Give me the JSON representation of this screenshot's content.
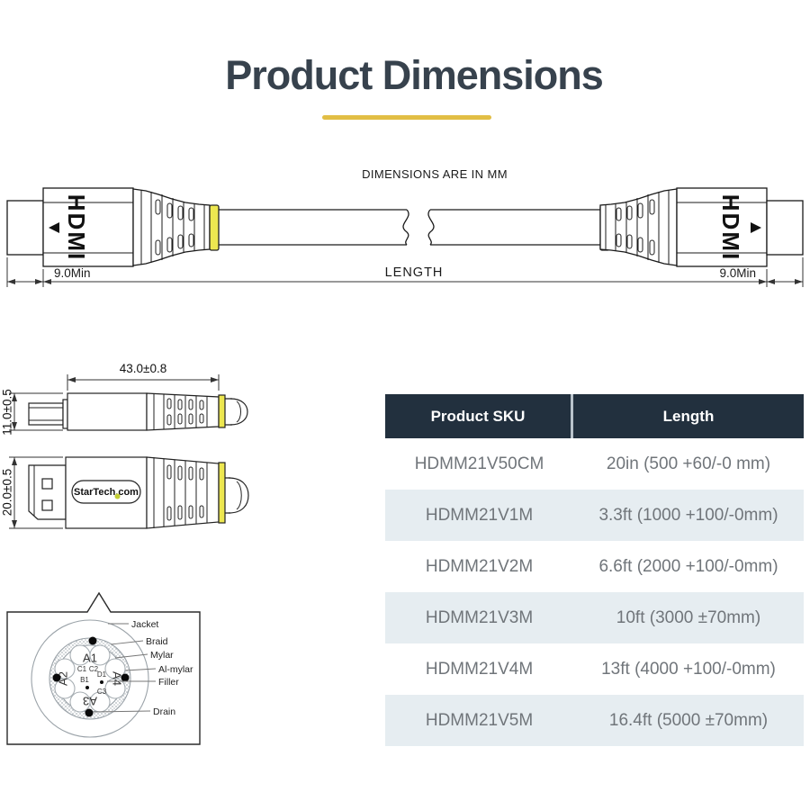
{
  "header": {
    "title": "Product Dimensions",
    "units_note": "DIMENSIONS ARE IN MM"
  },
  "cable_diagram": {
    "left_connector_label": "HDMI",
    "right_connector_label": "HDMI",
    "left_min_dimension": "9.0Min",
    "right_min_dimension": "9.0Min",
    "length_label": "LENGTH"
  },
  "connector_views": {
    "top_view": {
      "length_dimension": "43.0±0.8",
      "height_dimension": "11.0±0.5"
    },
    "side_view": {
      "height_dimension": "20.0±0.5",
      "logo_text": "StarTech.com"
    }
  },
  "cross_section": {
    "pair_labels": [
      "A1",
      "A2",
      "A3",
      "A4"
    ],
    "core_labels": [
      "C1",
      "C2",
      "D1",
      "B1",
      "C3"
    ],
    "layer_labels": [
      "Jacket",
      "Braid",
      "Mylar",
      "Al-mylar",
      "Filler",
      "Drain"
    ]
  },
  "table": {
    "headers": [
      "Product SKU",
      "Length"
    ],
    "rows": [
      {
        "sku": "HDMM21V50CM",
        "length": "20in (500 +60/-0 mm)"
      },
      {
        "sku": "HDMM21V1M",
        "length": "3.3ft (1000 +100/-0mm)"
      },
      {
        "sku": "HDMM21V2M",
        "length": "6.6ft (2000 +100/-0mm)"
      },
      {
        "sku": "HDMM21V3M",
        "length": "10ft (3000 ±70mm)"
      },
      {
        "sku": "HDMM21V4M",
        "length": "13ft (4000 +100/-0mm)"
      },
      {
        "sku": "HDMM21V5M",
        "length": "16.4ft (5000 ±70mm)"
      }
    ]
  },
  "colors": {
    "accent_yellow": "#E2BE45",
    "cable_band_yellow": "#EDE750",
    "logo_dot_green": "#C3CE35",
    "table_header_bg": "#22303E",
    "table_alt_row_bg": "#E6EDF1",
    "table_text": "#70757A",
    "title_text": "#37424D"
  }
}
